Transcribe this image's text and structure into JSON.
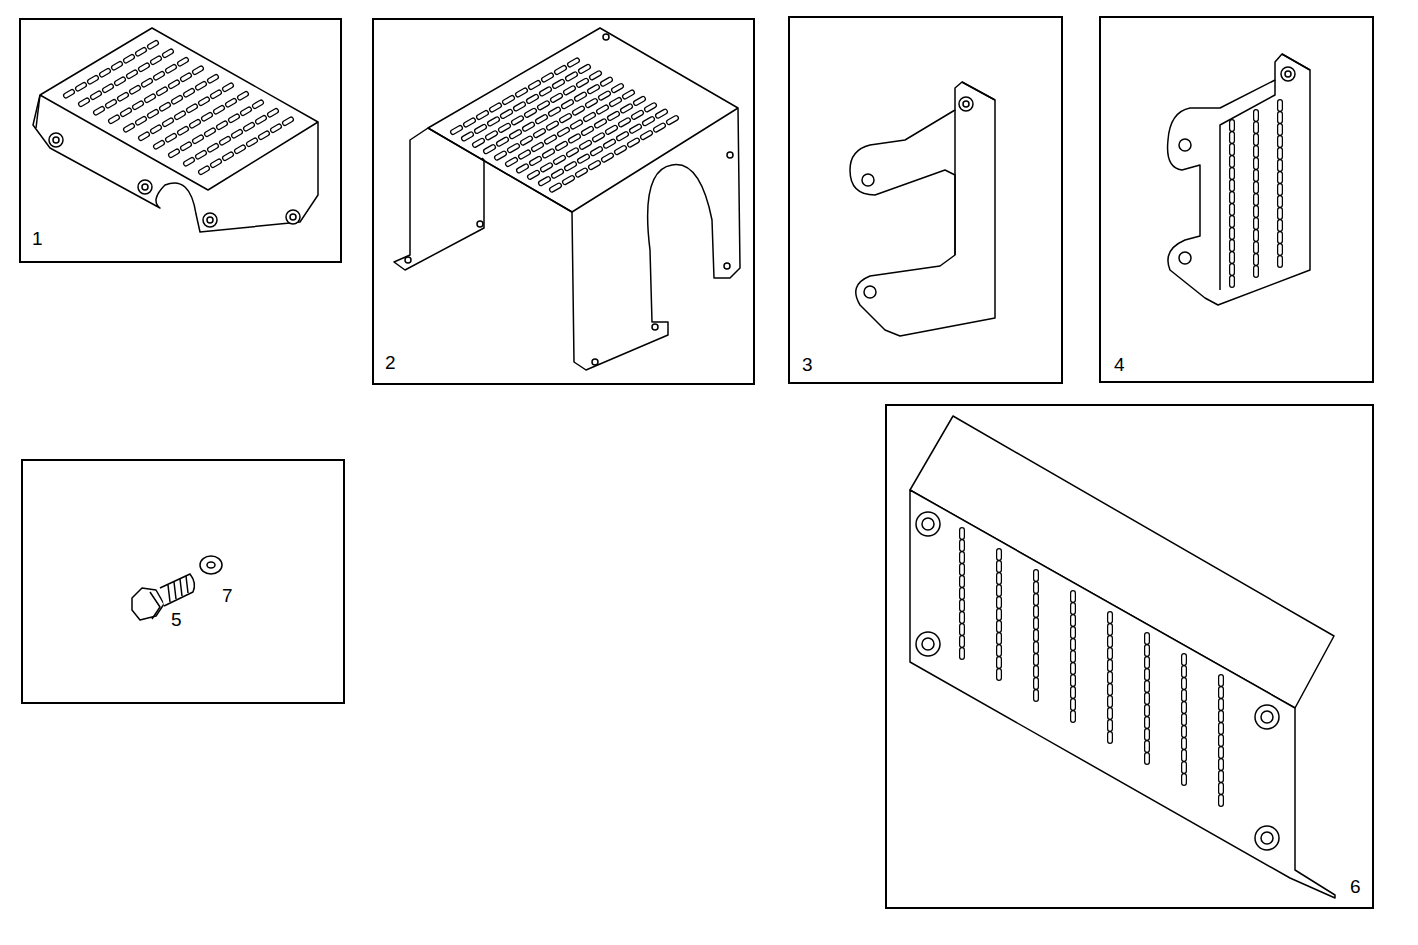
{
  "diagram": {
    "nodes": [
      {
        "text": [
          "1"
        ]
      },
      {
        "text": [
          "2"
        ]
      },
      {
        "text": [
          "3"
        ]
      },
      {
        "text": [
          "4"
        ]
      },
      {
        "text": [
          "5",
          "7"
        ]
      },
      {
        "text": [
          "6"
        ]
      }
    ]
  }
}
